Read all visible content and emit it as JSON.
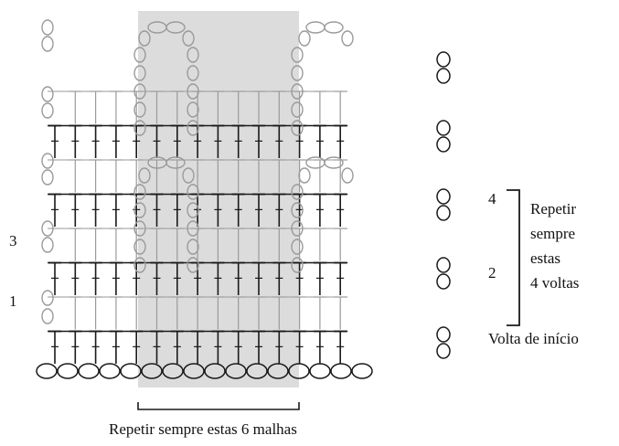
{
  "colors": {
    "shade": "#dcdcdc",
    "dark_stitch": "#1a1a1a",
    "light_stitch": "#9a9a9a",
    "text": "#111111"
  },
  "row_numbers": [
    {
      "label": "1",
      "row": 1
    },
    {
      "label": "2",
      "row": 2
    },
    {
      "label": "3",
      "row": 3
    },
    {
      "label": "4",
      "row": 4
    }
  ],
  "repeat_rows": {
    "text_lines": [
      "Repetir",
      "sempre",
      "estas",
      "4 voltas"
    ]
  },
  "foundation_label": "Volta de início",
  "repeat_stitches": {
    "text": "Repetir sempre estas 6 malhas",
    "count": 6
  },
  "chart": {
    "columns": 15,
    "foundation_chains": 16,
    "rows": 8,
    "row_stitches": [
      {
        "row": 1,
        "type": "double crochet",
        "turning": "chain 2"
      },
      {
        "row": 2,
        "type": "treble crochet",
        "turning": "chain 2"
      },
      {
        "row": 3,
        "type": "double crochet",
        "turning": "chain 2"
      },
      {
        "row": 4,
        "type": "treble crochet",
        "turning": "chain 2"
      }
    ],
    "motif": "chain arch"
  }
}
